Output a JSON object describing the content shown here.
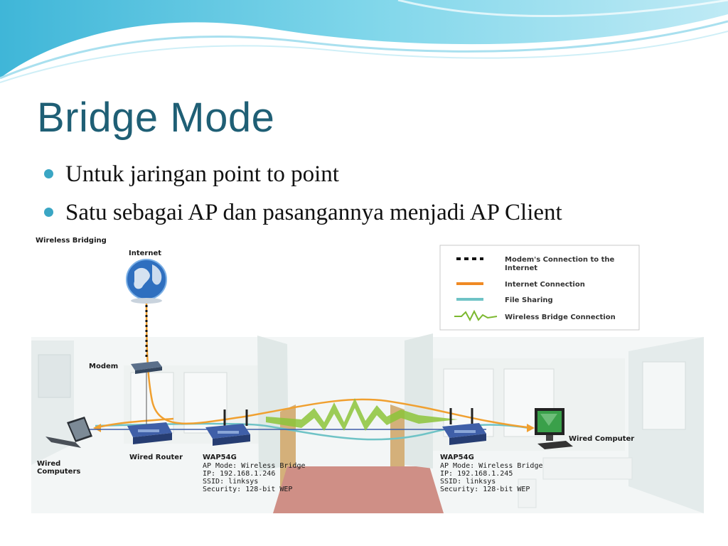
{
  "slide": {
    "title": "Bridge Mode",
    "bullets": [
      "Untuk jaringan point to point",
      "Satu sebagai AP dan pasangannya menjadi AP Client"
    ]
  },
  "diagram": {
    "caption": "Wireless Bridging",
    "nodes": {
      "internet": "Internet",
      "modem": "Modem",
      "wired_router": "Wired Router",
      "wired_computers": [
        "Wired",
        "Computers"
      ],
      "wired_computer": "Wired Computer"
    },
    "wap_left": {
      "name": "WAP54G",
      "lines": [
        "AP Mode: Wireless Bridge",
        "IP: 192.168.1.246",
        "SSID: linksys",
        "Security: 128-bit WEP"
      ]
    },
    "wap_right": {
      "name": "WAP54G",
      "lines": [
        "AP Mode: Wireless Bridge",
        "IP: 192.168.1.245",
        "SSID: linksys",
        "Security: 128-bit WEP"
      ]
    },
    "legend": [
      {
        "label": [
          "Modem's Connection to the",
          "Internet"
        ],
        "style": "dotted",
        "color": "#111111"
      },
      {
        "label": [
          "Internet Connection"
        ],
        "style": "solid",
        "color": "#f08a24"
      },
      {
        "label": [
          "File Sharing"
        ],
        "style": "solid",
        "color": "#6fc3c6"
      },
      {
        "label": [
          "Wireless Bridge Connection"
        ],
        "style": "zigzag",
        "color": "#7cb82f"
      }
    ],
    "colors": {
      "internet": "#f0a030",
      "file_sharing": "#6fc3c6",
      "wireless": "#8cc43a",
      "router": "#3f5fa8"
    },
    "icons": [
      "globe-icon",
      "modem-icon",
      "router-icon",
      "laptop-icon",
      "monitor-icon"
    ]
  }
}
